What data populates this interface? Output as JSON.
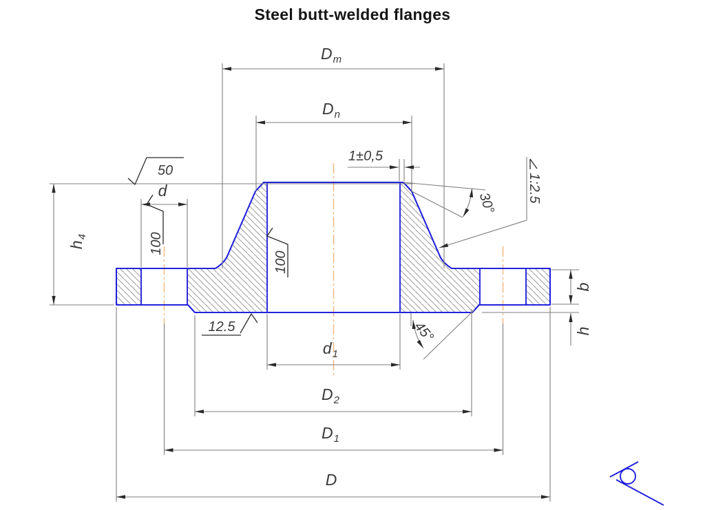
{
  "title": "Steel butt-welded flanges",
  "colors": {
    "background": "#ffffff",
    "title_dark": "#151515",
    "outline_blue": "#2121dd",
    "centerline_orange": "#f5ba82",
    "dim_grey": "#7d7d7d",
    "arrow_dark": "#2a2a2a",
    "hatch_grey": "#9a9a9a",
    "text_dark": "#3a3a3a"
  },
  "icons": {
    "view_direction": "eye-icon"
  },
  "labels": {
    "dm": {
      "main": "D",
      "sub": "m"
    },
    "dn": {
      "main": "D",
      "sub": "n"
    },
    "tol_top": "1±0,5",
    "angle_neck": "30°",
    "slope": "1:2.5",
    "rough_top": "50",
    "rough_hole": "100",
    "rough_bore": "100",
    "rough_bottom": "12.5",
    "angle_chamfer": "45°",
    "d": "d",
    "d1": {
      "main": "d",
      "sub": "1"
    },
    "d2": {
      "main": "D",
      "sub": "2"
    },
    "dd1": {
      "main": "D",
      "sub": "1"
    },
    "dbig": "D",
    "h4": {
      "main": "h",
      "sub": "4"
    },
    "b": "b",
    "h": "h"
  }
}
